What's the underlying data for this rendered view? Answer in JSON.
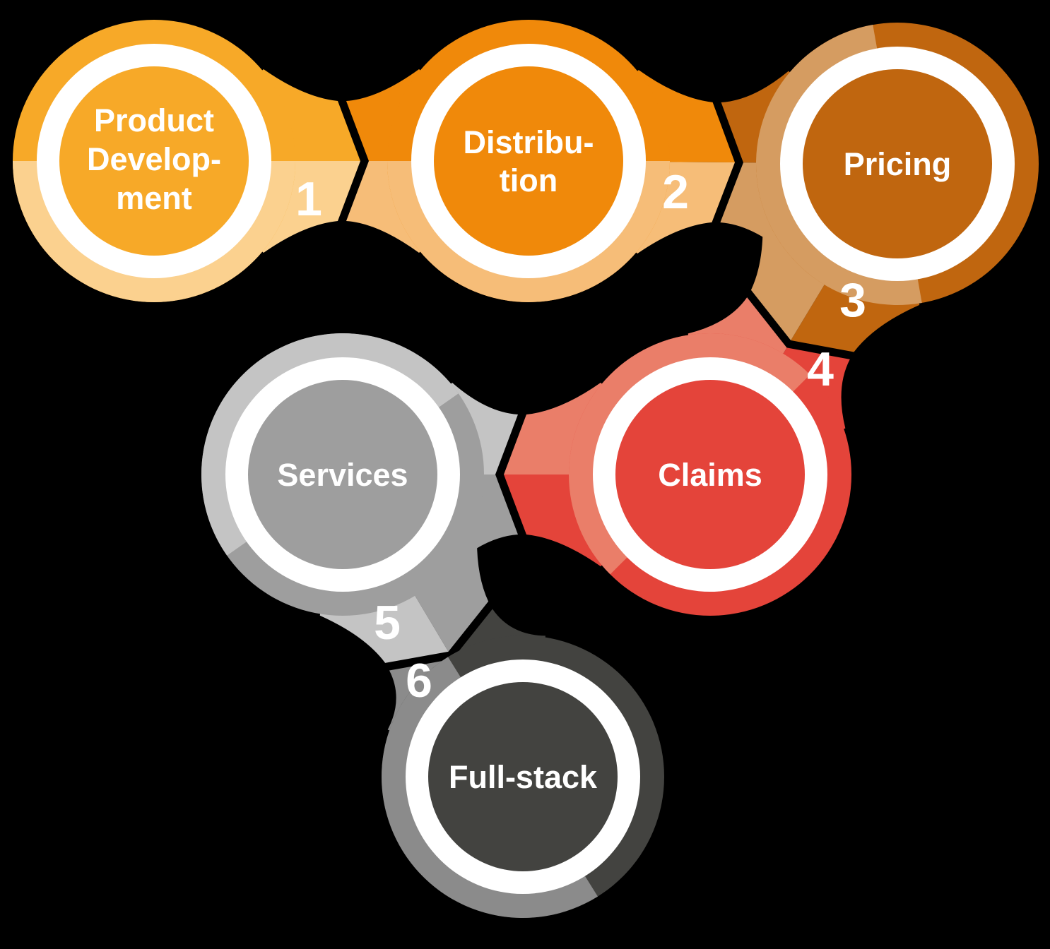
{
  "figure": {
    "type": "process-chain-diagram",
    "background_color": "#000000",
    "ring_color": "#FFFFFF",
    "text_color": "#FFFFFF",
    "nodes": [
      {
        "number": "1",
        "label": "Product Development",
        "lines": [
          "Product",
          "Develop-",
          "ment"
        ],
        "color": "#F7A928",
        "tint": "#FBD18F"
      },
      {
        "number": "2",
        "label": "Distribution",
        "lines": [
          "Distribu-",
          "tion"
        ],
        "color": "#F0890A",
        "tint": "#F6BD78"
      },
      {
        "number": "3",
        "label": "Pricing",
        "lines": [
          "Pricing"
        ],
        "color": "#C0660F",
        "tint": "#D59C61"
      },
      {
        "number": "4",
        "label": "Claims",
        "lines": [
          "Claims"
        ],
        "color": "#E4443A",
        "tint": "#EA7E69"
      },
      {
        "number": "5",
        "label": "Services",
        "lines": [
          "Services"
        ],
        "color": "#9E9E9E",
        "tint": "#C4C4C4"
      },
      {
        "number": "6",
        "label": "Full-stack",
        "lines": [
          "Full-stack"
        ],
        "color": "#434340",
        "tint": "#8B8B8B"
      }
    ],
    "connections": [
      {
        "from": "Product Development",
        "to": "Distribution",
        "step": "1"
      },
      {
        "from": "Distribution",
        "to": "Pricing",
        "step": "2"
      },
      {
        "from": "Pricing",
        "to": "Claims",
        "step": "3"
      },
      {
        "from": "Claims",
        "to": "Services",
        "step": "4"
      },
      {
        "from": "Services",
        "to": "Full-stack",
        "step": "5"
      }
    ]
  }
}
